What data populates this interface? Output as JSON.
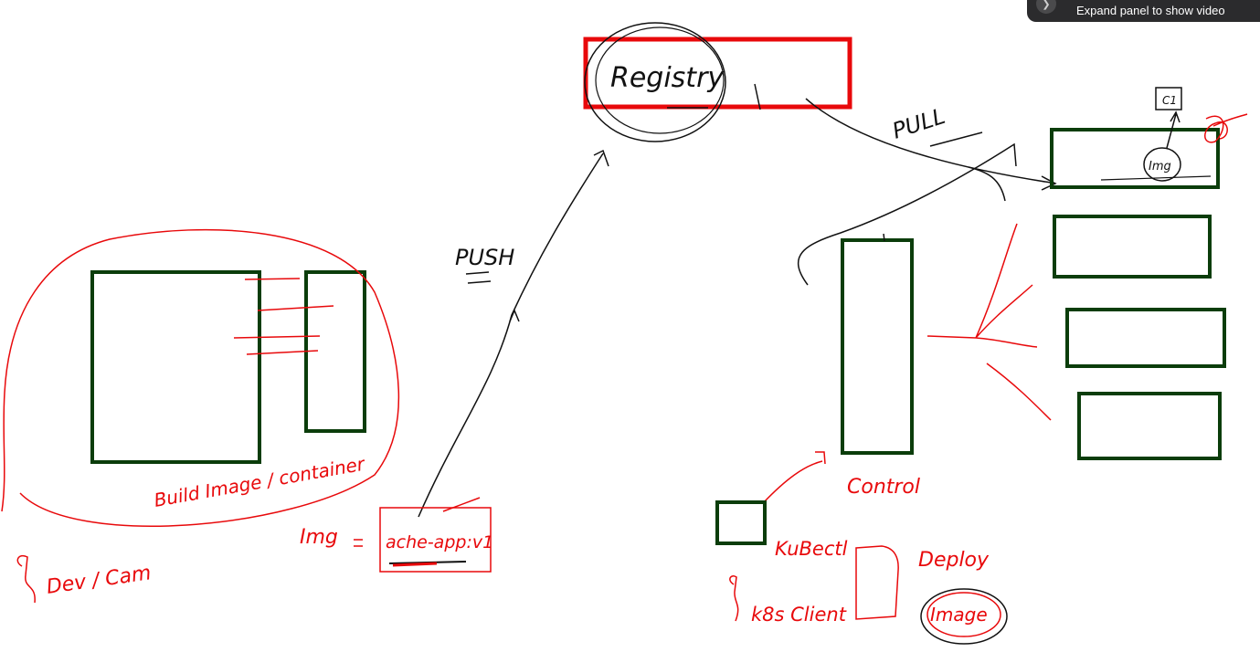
{
  "colors": {
    "green": "#0b3d0b",
    "red": "#e8090b",
    "ink": "#111111"
  },
  "toast": {
    "icon": "chevron-right-icon",
    "text": "Expand panel to show video"
  },
  "labels": {
    "registry": "Registry",
    "pull": "PULL",
    "push": "PUSH",
    "build": "Build Image / container",
    "img": "Img",
    "imgname": "ache-app:v1",
    "devcam": "Dev / Cam",
    "control": "Control",
    "kubectl": "KuBectl",
    "k8sclient": "k8s Client",
    "deploy": "Deploy",
    "image": "Image",
    "c1": "C1",
    "imgsmall": "Img"
  }
}
